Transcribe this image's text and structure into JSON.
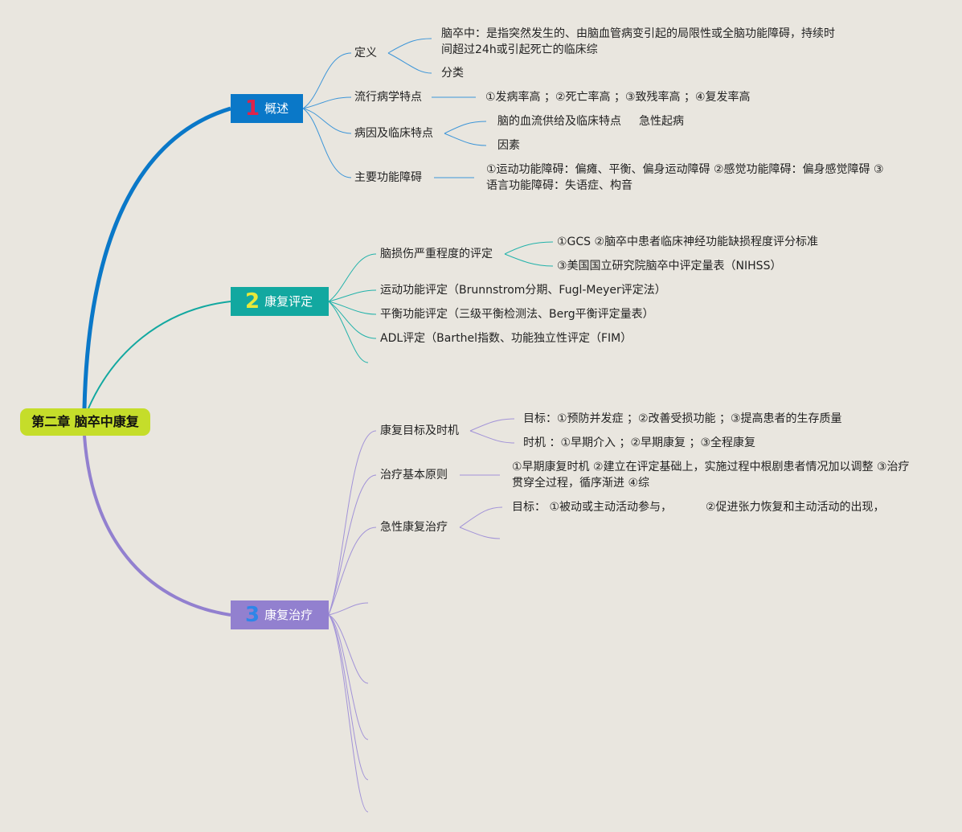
{
  "root": {
    "label": "第二章 脑卒中康复"
  },
  "branches": [
    {
      "num": "1",
      "label": "概述",
      "color": "#0a78c8",
      "num_color": "#e0234a"
    },
    {
      "num": "2",
      "label": "康复评定",
      "color": "#12a8a0",
      "num_color": "#e8e83a"
    },
    {
      "num": "3",
      "label": "康复治疗",
      "color": "#9280cf",
      "num_color": "#2e86e8"
    }
  ],
  "overview": {
    "definition": {
      "label": "定义",
      "text": "脑卒中：是指突然发生的、由脑血管病变引起的局限性或全脑功能障碍，持续时间超过24h或引起死亡的临床综",
      "classification": "分类"
    },
    "epidemiology": {
      "label": "流行病学特点",
      "text": "①发病率高 ；②死亡率高 ；③致残率高 ；④复发率高"
    },
    "etiology": {
      "label": "病因及临床特点",
      "blood": "脑的血流供给及临床特点",
      "onset": "急性起病",
      "factors": "因素"
    },
    "dysfunction": {
      "label": "主要功能障碍",
      "text": "①运动功能障碍：偏瘫、平衡、偏身运动障碍 ②感觉功能障碍：偏身感觉障碍 ③语言功能障碍：失语症、构音"
    }
  },
  "assessment": {
    "severity": {
      "label": "脑损伤严重程度的评定",
      "item1": "①GCS ②脑卒中患者临床神经功能缺损程度评分标准",
      "item2": "③美国国立研究院脑卒中评定量表（NIHSS）"
    },
    "motor": "运动功能评定（Brunnstrom分期、Fugl-Meyer评定法）",
    "balance": "平衡功能评定（三级平衡检测法、Berg平衡评定量表）",
    "adl": "ADL评定（Barthel指数、功能独立性评定（FIM）"
  },
  "therapy": {
    "goals": {
      "label": "康复目标及时机",
      "goal": "目标：①预防并发症 ；②改善受损功能 ；③提高患者的生存质量",
      "timing": "时机 ：①早期介入 ；②早期康复 ；③全程康复"
    },
    "principles": {
      "label": "治疗基本原则",
      "text": "①早期康复时机 ②建立在评定基础上，实施过程中根剧患者情况加以调整 ③治疗贯穿全过程，循序渐进 ④综"
    },
    "acute": {
      "label": "急性康复治疗",
      "goal1": "目标： ①被动或主动活动参与，",
      "goal2": "②促进张力恢复和主动活动的出现，"
    }
  }
}
